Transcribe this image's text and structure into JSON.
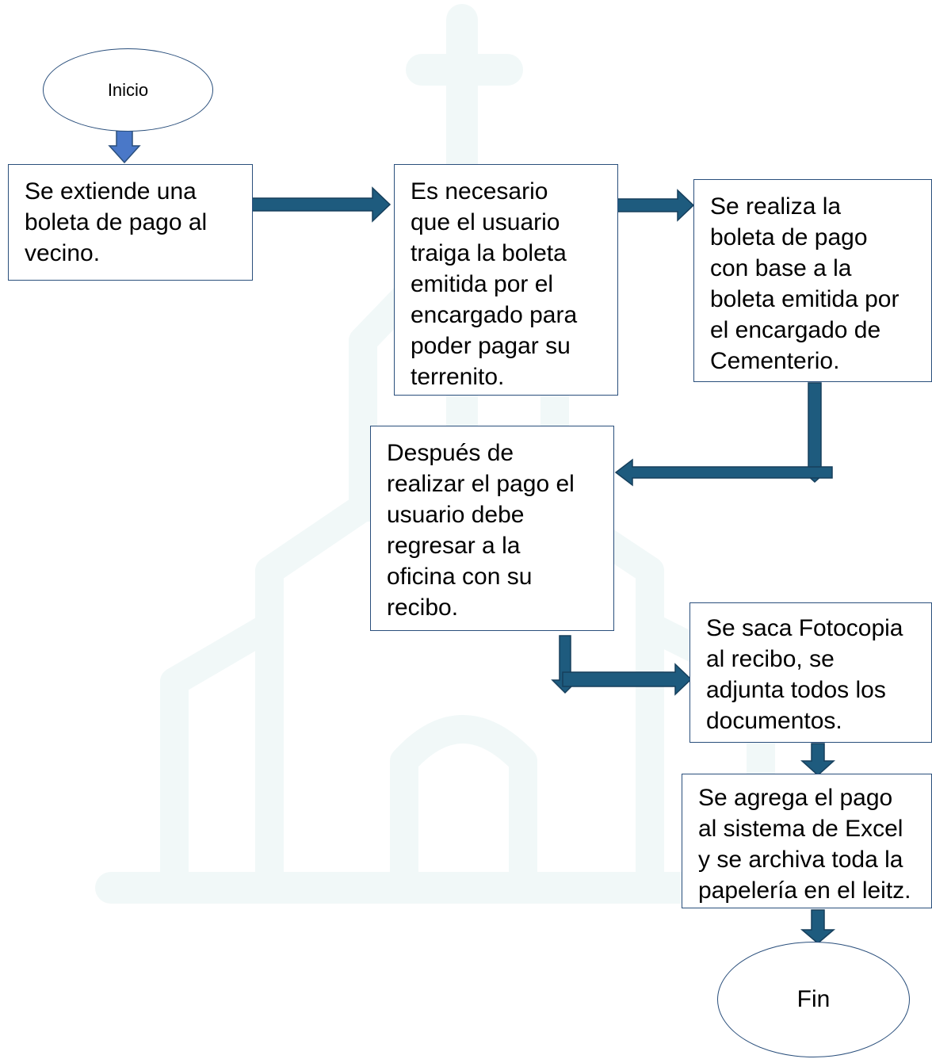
{
  "start": {
    "label": "Inicio"
  },
  "end": {
    "label": "Fin"
  },
  "steps": [
    {
      "lines": [
        "Se extiende una",
        "boleta de pago al",
        "vecino."
      ]
    },
    {
      "lines": [
        "Es necesario",
        "que el usuario",
        "traiga la boleta",
        "emitida por el",
        "encargado para",
        "poder pagar su",
        "terrenito."
      ]
    },
    {
      "lines": [
        "Se realiza la",
        "boleta de pago",
        "con base a la",
        "boleta emitida por",
        "el encargado de",
        "Cementerio."
      ]
    },
    {
      "lines": [
        "Después de",
        "realizar el pago el",
        "usuario debe",
        "regresar a la",
        "oficina con su",
        "recibo."
      ]
    },
    {
      "lines": [
        "Se saca Fotocopia",
        "al recibo, se",
        "adjunta todos los",
        "documentos."
      ]
    },
    {
      "lines": [
        "Se agrega el pago",
        "al sistema de Excel",
        "y se archiva toda la",
        "papelería en el leitz."
      ]
    }
  ],
  "colors": {
    "arrow": "#1e5b7e",
    "arrow_outline": "#163f5c",
    "start_arrow": "#4a78c8",
    "box_border": "#2a4f7c",
    "watermark": "#f1f8f8"
  },
  "icons": {
    "watermark": "church-watermark-icon"
  }
}
